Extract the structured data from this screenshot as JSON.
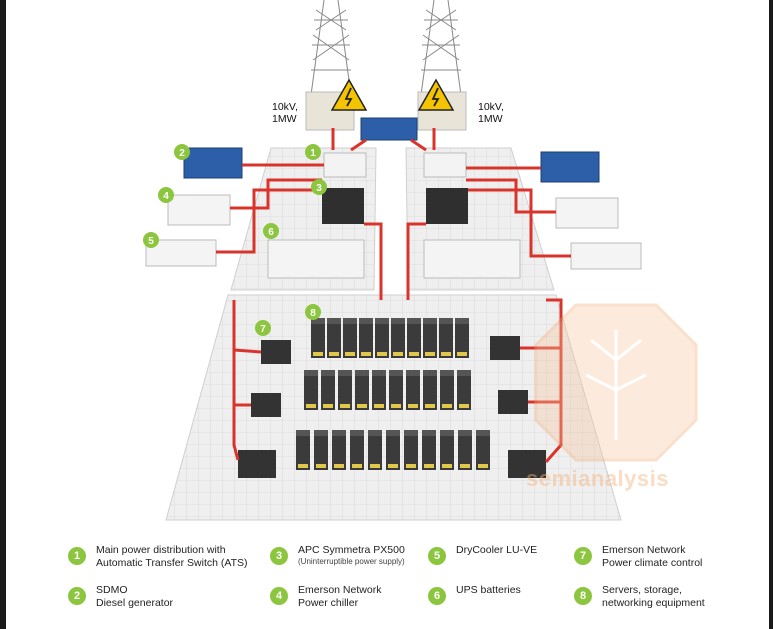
{
  "labels": {
    "voltage_left": "10kV,\n1MW",
    "voltage_right": "10kV,\n1MW",
    "watermark": "semianalysis"
  },
  "callouts": [
    "1",
    "2",
    "3",
    "4",
    "5",
    "6",
    "7",
    "8"
  ],
  "legend": [
    {
      "num": "1",
      "title": "Main power distribution with",
      "line2": "Automatic Transfer Switch (ATS)",
      "sub": ""
    },
    {
      "num": "2",
      "title": "SDMO",
      "line2": "Diesel generator",
      "sub": ""
    },
    {
      "num": "3",
      "title": "APC Symmetra PX500",
      "line2": "",
      "sub": "(Uninterruptible power supply)"
    },
    {
      "num": "4",
      "title": "Emerson Network",
      "line2": "Power chiller",
      "sub": ""
    },
    {
      "num": "5",
      "title": "DryCooler LU-VE",
      "line2": "",
      "sub": ""
    },
    {
      "num": "6",
      "title": "UPS batteries",
      "line2": "",
      "sub": ""
    },
    {
      "num": "7",
      "title": "Emerson Network",
      "line2": "Power climate control",
      "sub": ""
    },
    {
      "num": "8",
      "title": "Servers, storage,",
      "line2": "networking equipment",
      "sub": ""
    }
  ],
  "colors": {
    "callout": "#8cc63f",
    "power_line": "#d9342b",
    "generator": "#2d5fa8",
    "warning": "#f5c400",
    "rack": "#3a3a3a",
    "floor": "#ececec"
  }
}
